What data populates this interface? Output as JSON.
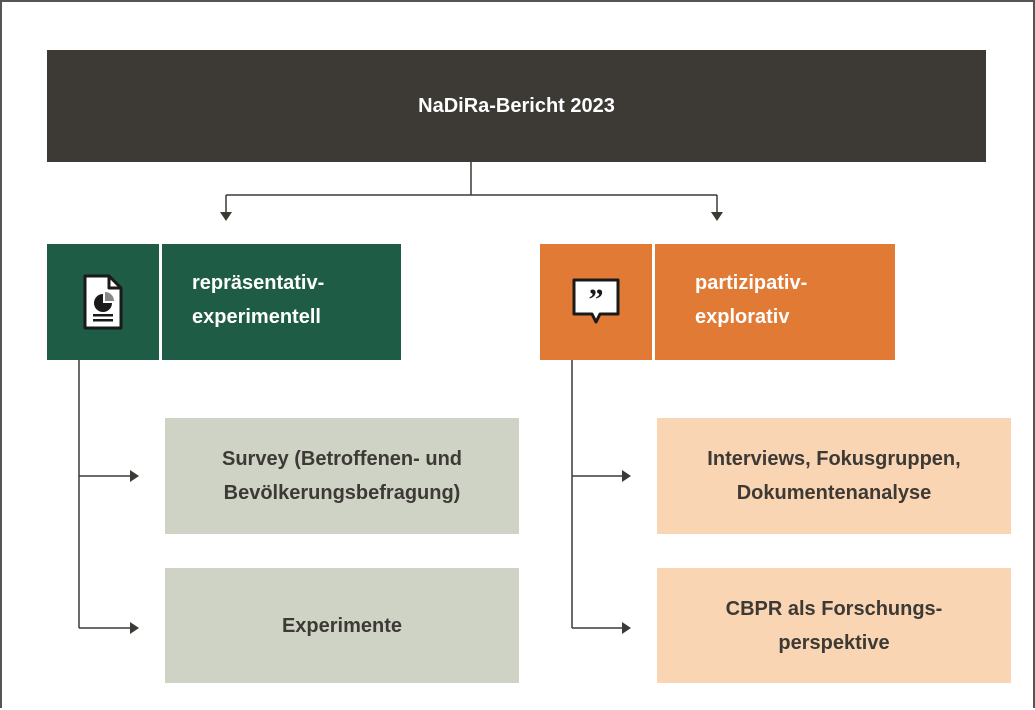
{
  "title": "NaDiRa-Bericht 2023",
  "branches": [
    {
      "label": "repräsentativ-\nexperimentell",
      "icon": "report-document-icon",
      "color": "#1e5c45",
      "items": [
        "Survey (Betroffenen- und\nBevölkerungsbefragung)",
        "Experimente"
      ],
      "item_color": "#cfd3c6"
    },
    {
      "label": "partizipativ-\nexplorativ",
      "icon": "quote-speech-bubble-icon",
      "color": "#e07a35",
      "items": [
        "Interviews, Fokusgruppen,\nDokumentenanalyse",
        "CBPR als Forschungs-\nperspektive"
      ],
      "item_color": "#f9d5b3"
    }
  ]
}
